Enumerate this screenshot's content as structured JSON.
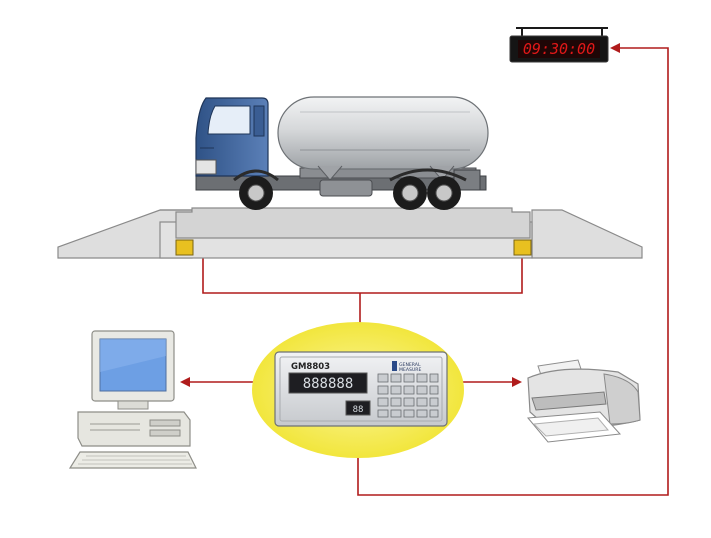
{
  "remote_display": {
    "value": "09:30:00",
    "color": "#e01818"
  },
  "indicator": {
    "model": "GM8803",
    "brand_line1": "GENERAL",
    "brand_line2": "MEASURE",
    "main_readout": "888888",
    "small_readout": "88"
  },
  "colors": {
    "wire": "#b01c1c",
    "highlight": "#f4ec4a",
    "truck_cab": "#4a6fa5",
    "tank": "#d0d2d4",
    "platform": "#d9d9d9",
    "load_cell": "#e8c020"
  },
  "icons": [
    "truck-icon",
    "computer-icon",
    "printer-icon",
    "weighing-indicator-icon",
    "load-cell-icon",
    "remote-display-icon"
  ]
}
